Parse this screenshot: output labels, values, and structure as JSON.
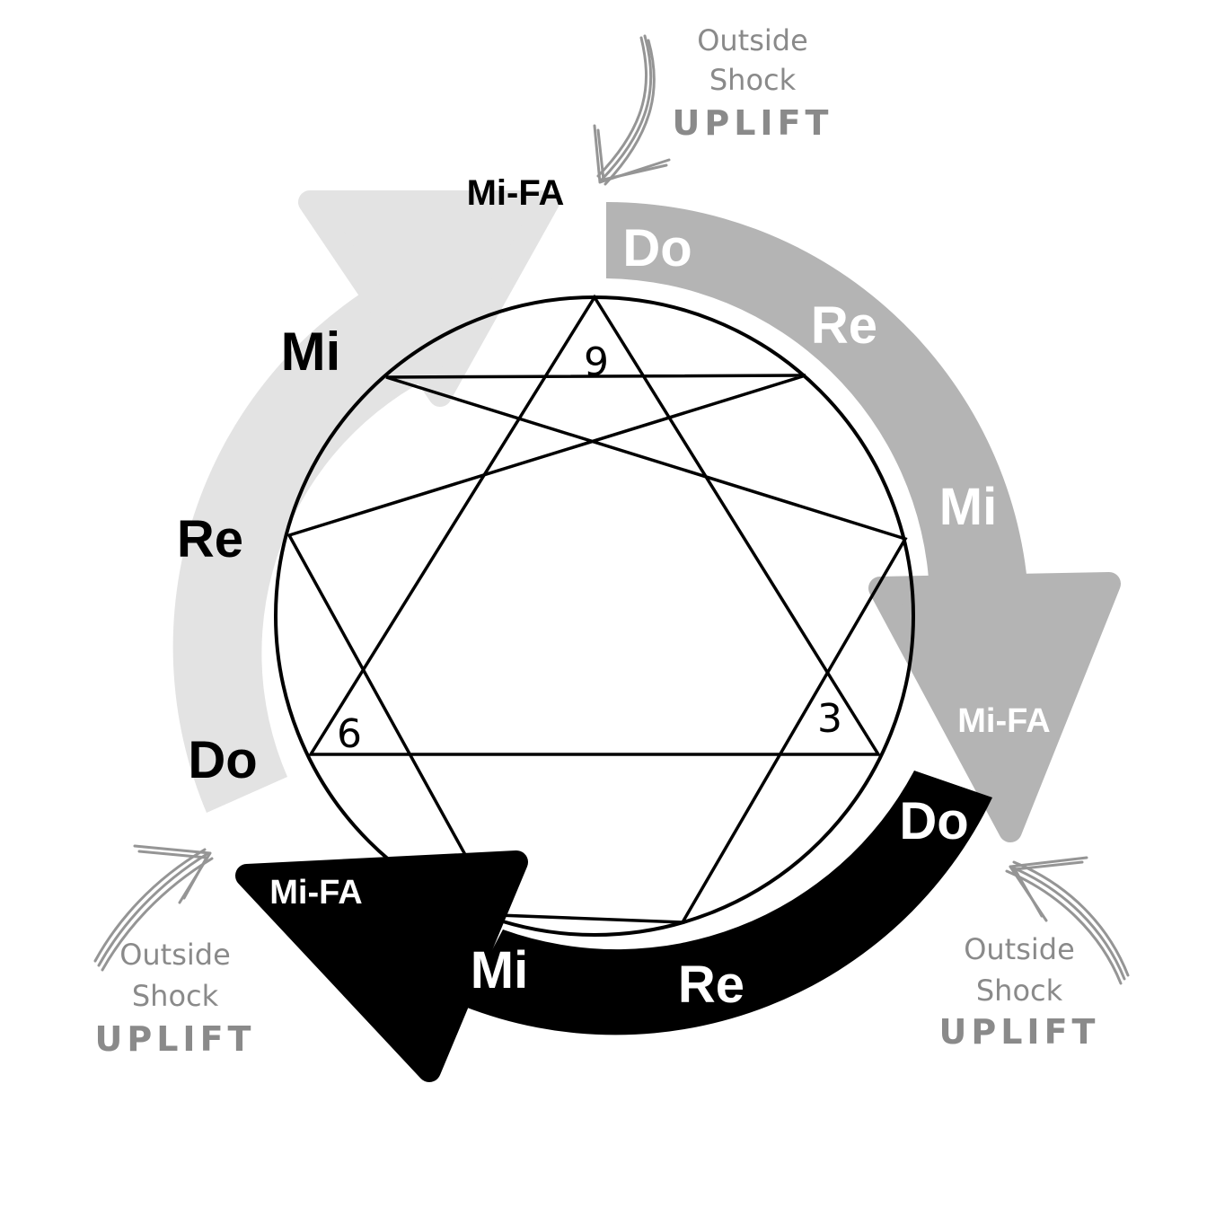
{
  "colors": {
    "light_arc": "#e3e3e3",
    "mid_arc": "#b4b4b4",
    "dark_arc": "#000000",
    "shock_text": "#8a8a8a",
    "line": "#000000"
  },
  "enneagram": {
    "points": [
      "9",
      "3",
      "6"
    ]
  },
  "light_octave": {
    "notes": [
      "Do",
      "Re",
      "Mi"
    ],
    "interval": "Mi-FA"
  },
  "mid_octave": {
    "notes": [
      "Do",
      "Re",
      "Mi"
    ],
    "interval": "Mi-FA"
  },
  "dark_octave": {
    "notes": [
      "Do",
      "Re",
      "Mi"
    ],
    "interval": "Mi-FA"
  },
  "shocks": [
    {
      "line1": "Outside",
      "line2": "Shock",
      "line3": "UPLIFT",
      "icon": "scribble-arrow-icon"
    },
    {
      "line1": "Outside",
      "line2": "Shock",
      "line3": "UPLIFT",
      "icon": "scribble-arrow-icon"
    },
    {
      "line1": "Outside",
      "line2": "Shock",
      "line3": "UPLIFT",
      "icon": "scribble-arrow-icon"
    }
  ]
}
